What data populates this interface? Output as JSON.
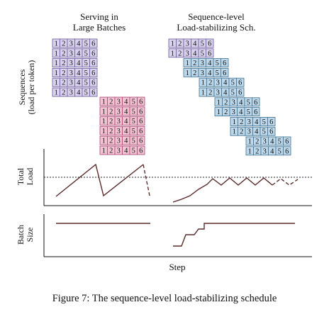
{
  "titles": {
    "left": [
      "Serving in",
      "Large Batches"
    ],
    "right": [
      "Sequence-level",
      "Load-stabilizing Sch."
    ]
  },
  "labels": {
    "sequences_line1": "Sequences",
    "sequences_line2": "(load per token)",
    "total_load_line1": "Total",
    "total_load_line2": "Load",
    "batch_size_line1": "Batch",
    "batch_size_line2": "Size",
    "step": "Step"
  },
  "cell_labels": [
    "1",
    "2",
    "3",
    "4",
    "5",
    "6"
  ],
  "colors": {
    "purple_fill": "#d8d2ec",
    "purple_border": "#6a5a9c",
    "pink_fill": "#f2c2d2",
    "pink_border": "#a84670",
    "blue_fill": "#bcd8ea",
    "blue_border": "#3f7090",
    "line": "#5a2b2b"
  },
  "caption": "Figure 7: The sequence-level load-stabilizing schedule"
}
